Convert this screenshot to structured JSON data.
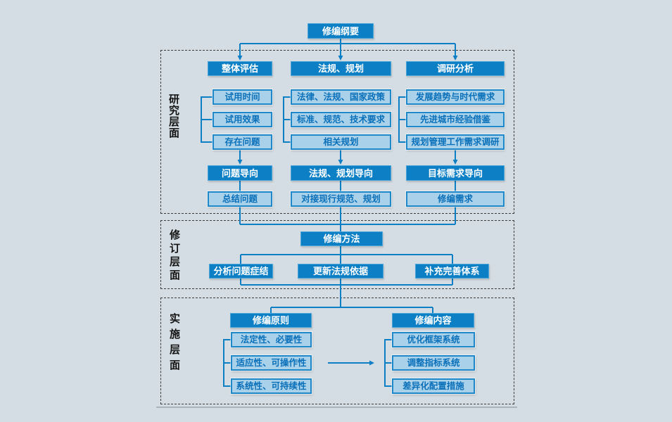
{
  "root_node": "修编纲要",
  "sections": {
    "research": {
      "label": "研究层面",
      "columns": [
        {
          "header": "整体评估",
          "items": [
            "试用时间",
            "试用效果",
            "存在问题"
          ],
          "orientation": "问题导向",
          "outcome": "总结问题"
        },
        {
          "header": "法规、规划",
          "items": [
            "法律、法规、国家政策",
            "标准、规范、技术要求",
            "相关规划"
          ],
          "orientation": "法规、规划导向",
          "outcome": "对接现行规范、规划"
        },
        {
          "header": "调研分析",
          "items": [
            "发展趋势与时代需求",
            "先进城市经验借鉴",
            "规划管理工作需求调研"
          ],
          "orientation": "目标需求导向",
          "outcome": "修编需求"
        }
      ]
    },
    "revision": {
      "label": "修订层面",
      "method": "修编方法",
      "actions": [
        "分析问题症结",
        "更新法规依据",
        "补充完善体系"
      ]
    },
    "implementation": {
      "label": "实施层面",
      "principles": {
        "header": "修编原则",
        "items": [
          "法定性、必要性",
          "适应性、可操作性",
          "系统性、可持续性"
        ]
      },
      "contents": {
        "header": "修编内容",
        "items": [
          "优化框架系统",
          "调整指标系统",
          "差异化配置措施"
        ]
      }
    }
  },
  "colors": {
    "solid_node_fill": "#0c7fc5",
    "light_node_fill": "#a9d2ea",
    "light_node_border": "#1f88c9",
    "light_node_text": "#0a70ba",
    "connector_line": "#0c7fc5",
    "dashed_border": "#3c3c3c",
    "background": "#d4dde3"
  }
}
